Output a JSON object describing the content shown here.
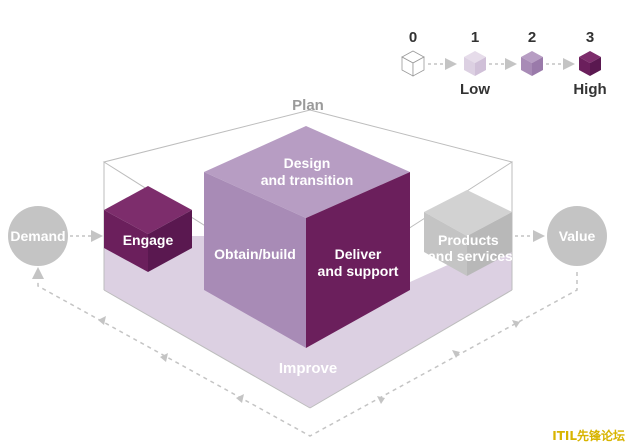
{
  "legend": {
    "levels": [
      {
        "number": "0",
        "caption": "",
        "color": "#ffffff"
      },
      {
        "number": "1",
        "caption": "Low",
        "color": "#dcd0e2"
      },
      {
        "number": "2",
        "caption": "",
        "color": "#a88bb6"
      },
      {
        "number": "3",
        "caption": "High",
        "color": "#6b1f5c"
      }
    ]
  },
  "labels": {
    "plan": "Plan",
    "improve": "Improve",
    "demand": "Demand",
    "value": "Value",
    "engage": "Engage",
    "design_line1": "Design",
    "design_line2": "and transition",
    "obtain": "Obtain/build",
    "deliver_line1": "Deliver",
    "deliver_line2": "and support",
    "products_line1": "Products",
    "products_line2": "and services"
  },
  "watermark": "ITIL先锋论坛",
  "colors": {
    "high": "#6b1f5c",
    "medium": "#a88bb6",
    "low": "#dcd0e2",
    "gray": "#c4c4c4",
    "label_gray": "#9a9a9a",
    "watermark": "#d8b400"
  }
}
